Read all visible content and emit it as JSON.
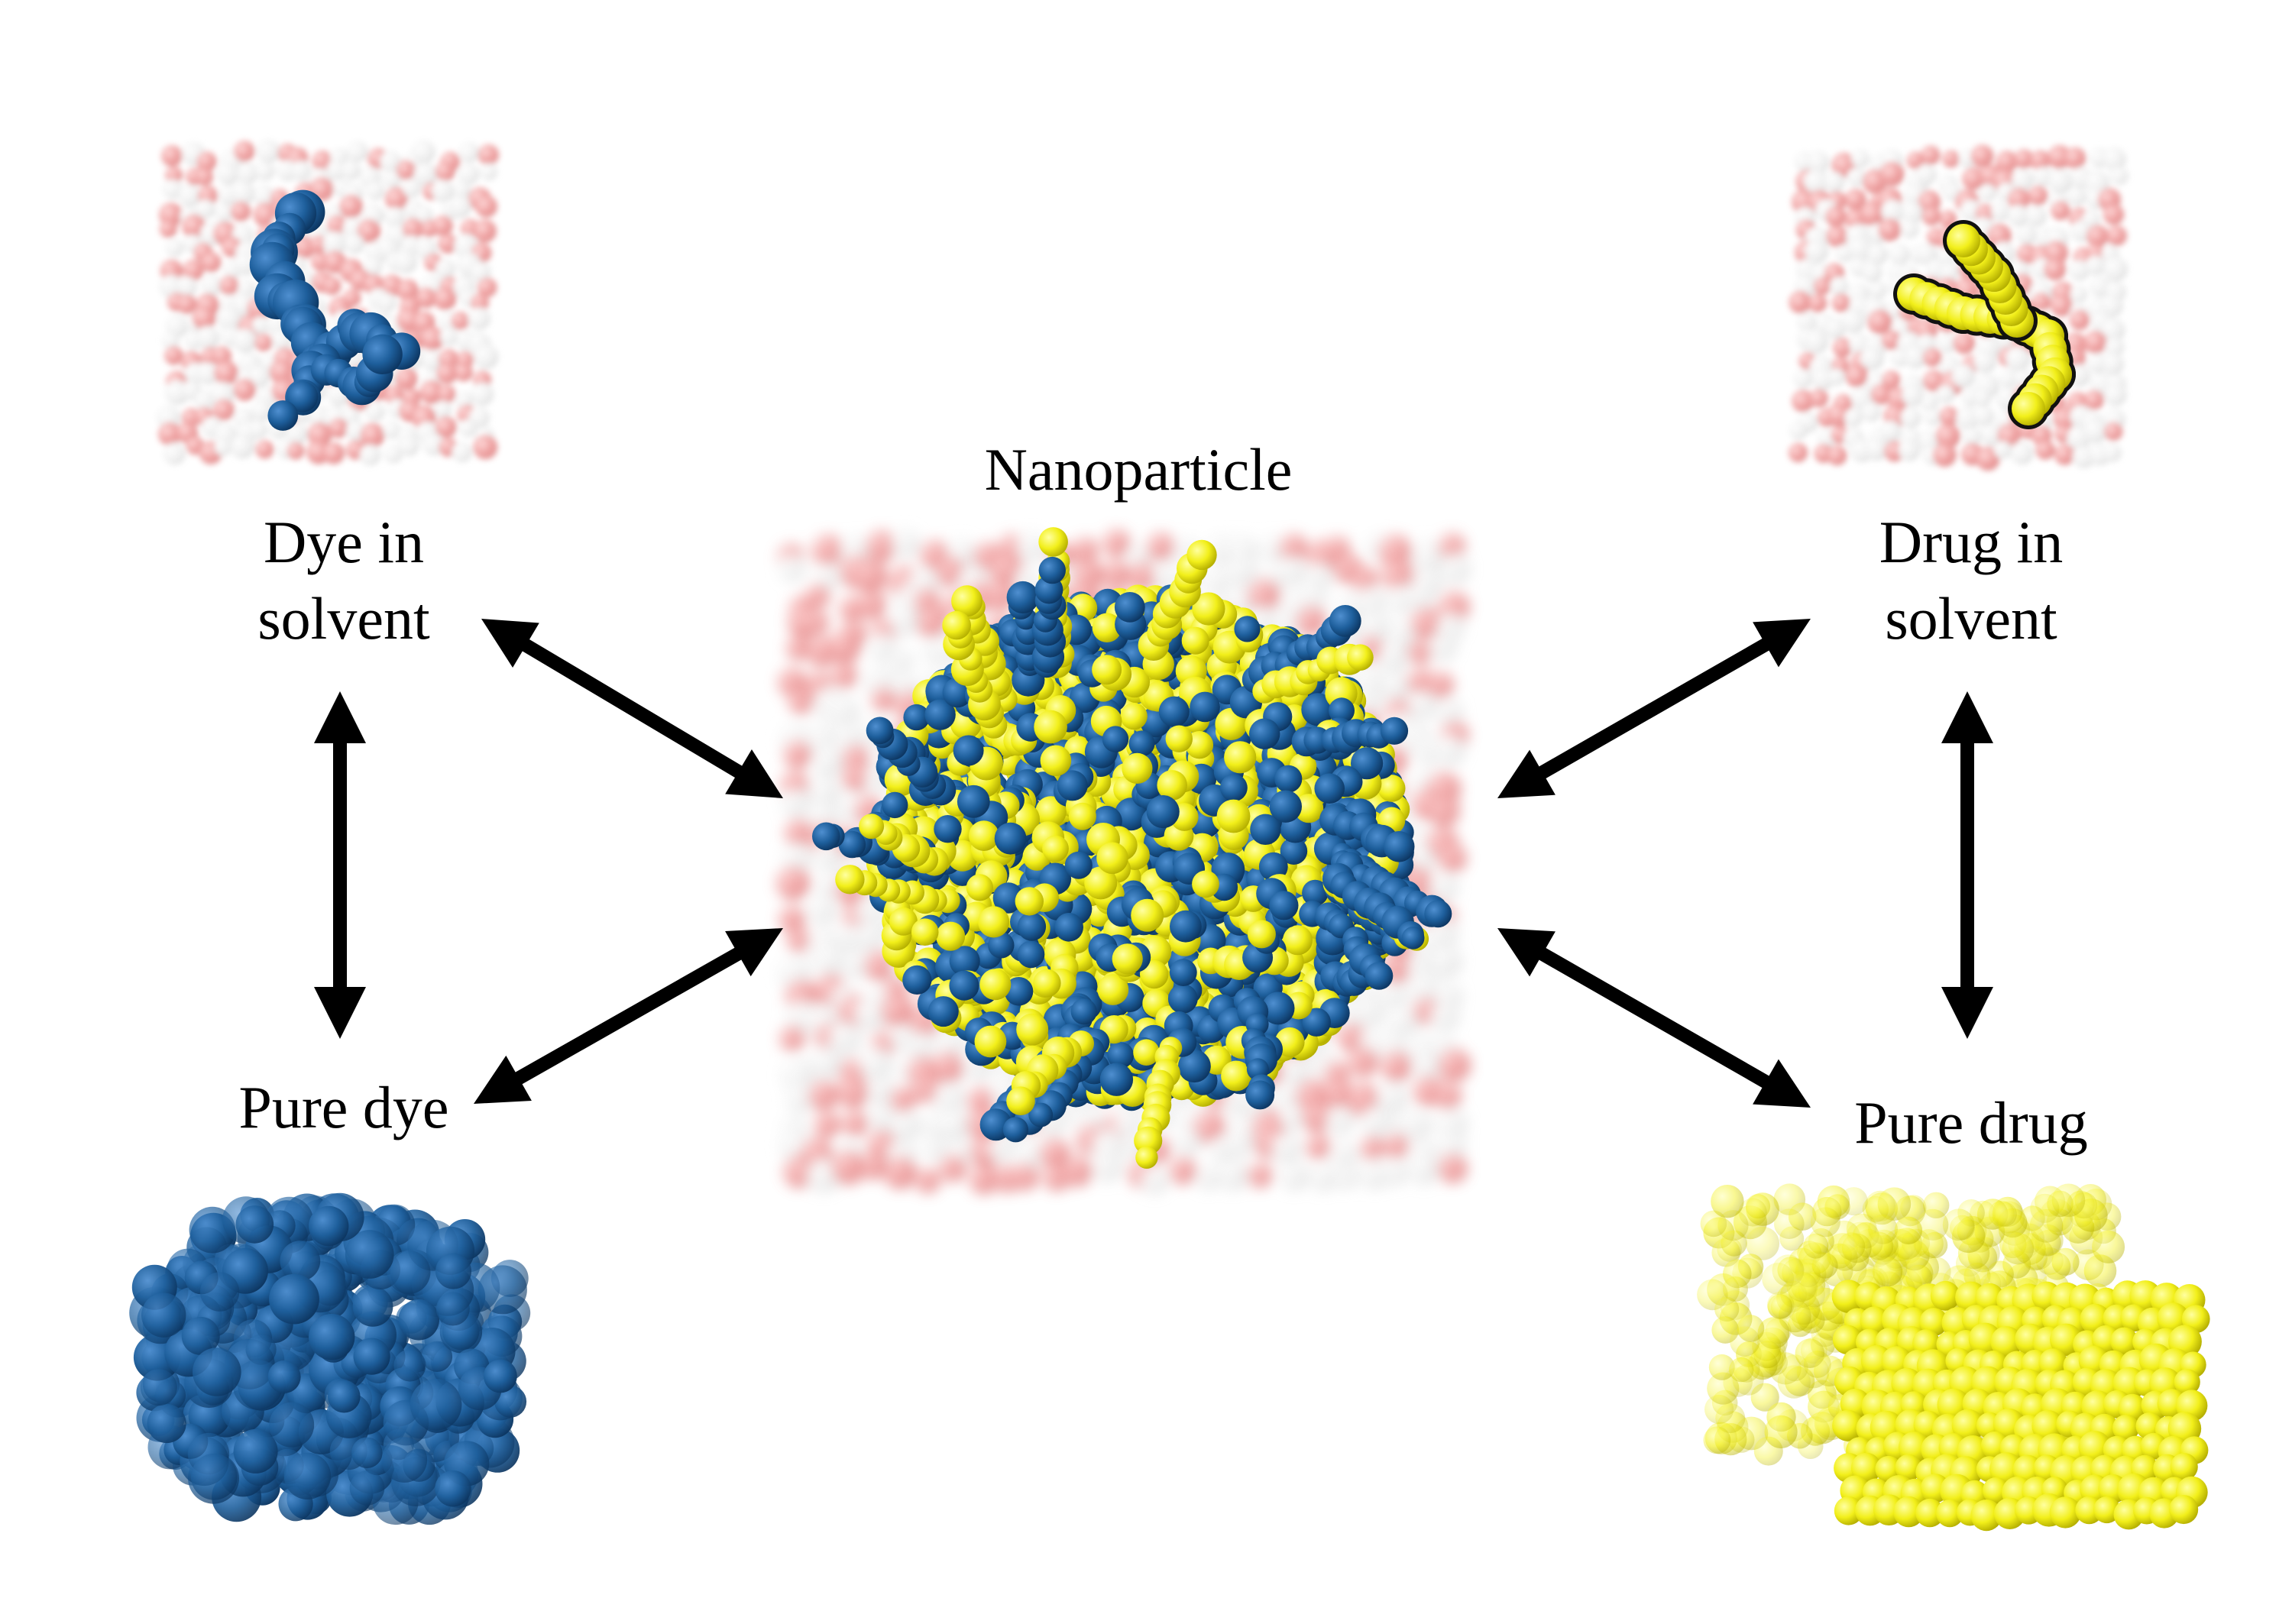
{
  "labels": {
    "nanoparticle": "Nanoparticle",
    "dye_in_solvent": [
      "Dye in",
      "solvent"
    ],
    "drug_in_solvent": [
      "Drug in",
      "solvent"
    ],
    "pure_dye": "Pure dye",
    "pure_drug": "Pure drug"
  },
  "colors": {
    "dye": "#1e5f9c",
    "dye_dark": "#0f3f6e",
    "drug": "#f2ef1a",
    "drug_dark": "#b8b300",
    "solvent_red": "#e97a7a",
    "solvent_white": "#f4f4f4",
    "arrow": "#000000"
  },
  "icons": {
    "arrow_style": "double-headed-arrow"
  }
}
